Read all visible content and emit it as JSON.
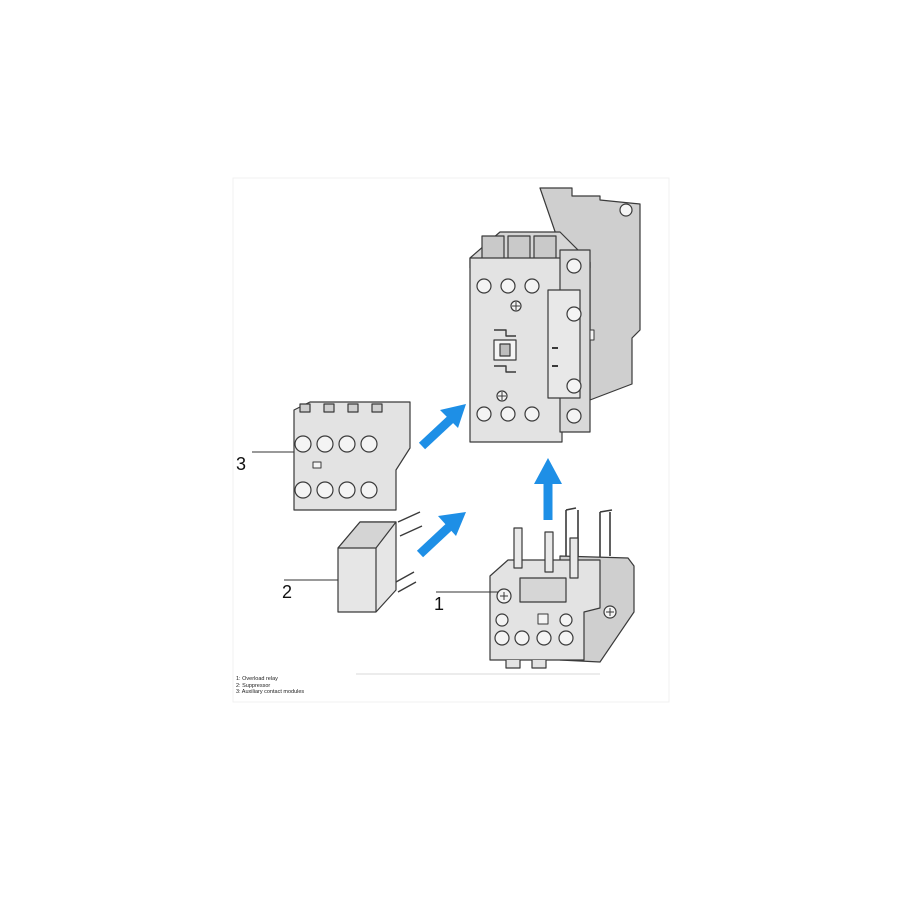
{
  "callouts": {
    "overload_relay": "1",
    "suppressor": "2",
    "auxiliary_contacts": "3"
  },
  "legend": [
    "1: Overload relay",
    "2: Suppressor",
    "3: Auxiliary contact modules"
  ],
  "colors": {
    "arrow": "#1e8fe6",
    "housing": "#e3e3e3",
    "housing_dark": "#c4c4c4",
    "outline": "#3a3a3a"
  },
  "icons": {
    "arrow": "arrow-up-right-icon",
    "terminal": "screw-terminal-icon"
  }
}
